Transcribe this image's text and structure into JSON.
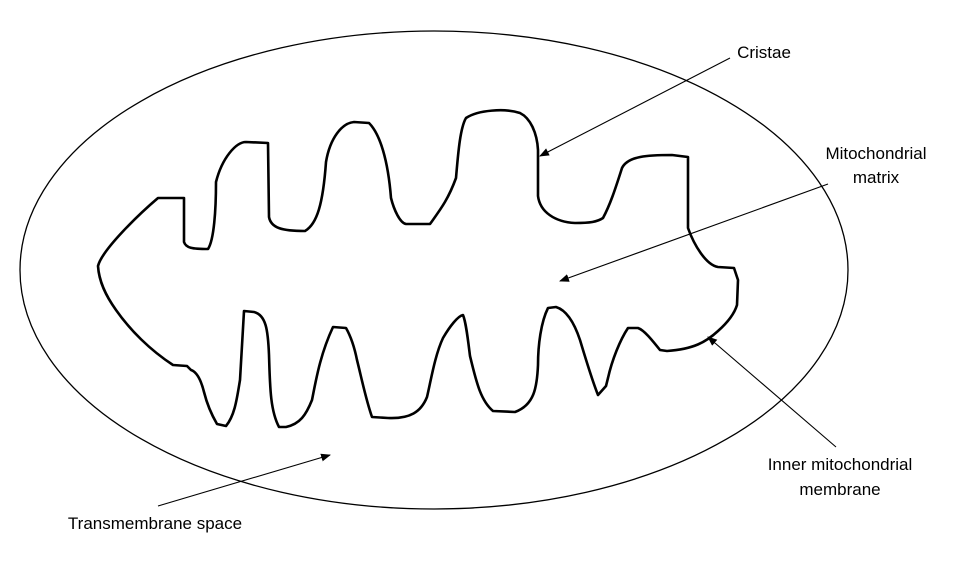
{
  "labels": {
    "cristae": "Cristae",
    "matrix_line1": "Mitochondrial",
    "matrix_line2": "matrix",
    "inner_line1": "Inner mitochondrial",
    "inner_line2": "membrane",
    "transmembrane": "Transmembrane space"
  },
  "colors": {
    "background": "#ffffff",
    "stroke": "#000000",
    "text": "#000000"
  }
}
